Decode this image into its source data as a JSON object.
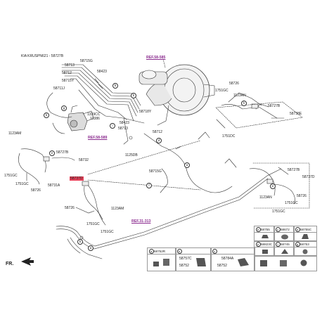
{
  "header": {
    "model_code": "KIA KRUSPN621 - 58727B"
  },
  "refs": {
    "ref_58_585": "REF.58-585",
    "ref_58_589": "REF.58-589",
    "ref_31_313": "REF.31-313"
  },
  "labels": {
    "p58713": "58713",
    "p58715G_top": "58715G",
    "p58712_a": "58712",
    "p58423_a": "58423",
    "p58715Y": "58715Y",
    "p58711J": "58711J",
    "p1339CC": "1339CC",
    "p13386": "13386",
    "p58718Y": "58718Y",
    "p58423_b": "58423",
    "p58713_b": "58713",
    "p58712_b": "58712",
    "p1125DB": "1125DB",
    "p1123AM_a": "1123AM",
    "p58727B_a": "58727B",
    "p58732": "58732",
    "p1751GC_a": "1751GC",
    "p1751GC_b": "1751GC",
    "p58726_a": "58726",
    "p58737D_hl": "58737D",
    "p58731A": "58731A",
    "p58726_b": "58726",
    "p1123AM_b": "1123AM",
    "p1751GC_c": "1751GC",
    "p1751GC_d": "1751GC",
    "p58715G_mid": "58715G",
    "p58726_c": "58726",
    "p1751GC_e": "1751GC",
    "p1123AN_a": "1123AN",
    "p58727B_b": "58727B",
    "p58738E": "58738E",
    "p1751DC": "1751DC",
    "p58727B_c": "58727B",
    "p58737D": "58737D",
    "p1123AN_b": "1123AN",
    "p58726_d": "58726",
    "p1751GC_f": "1751GC",
    "p1751GC_g": "1751GC",
    "fr_mark": "FR."
  },
  "callouts": {
    "a": "a",
    "b": "b",
    "c": "c",
    "d": "d",
    "e": "e",
    "f": "f",
    "g": "g",
    "h": "h",
    "i": "i"
  },
  "table": {
    "r1": [
      {
        "key": "b",
        "code": "58755"
      },
      {
        "key": "c",
        "code": "58672"
      },
      {
        "key": "d",
        "code": "58755C"
      }
    ],
    "r2": [
      {
        "key": "e",
        "code": "58823C"
      },
      {
        "key": "f",
        "code": "58745"
      },
      {
        "key": "g",
        "code": "58753"
      }
    ],
    "r3": [
      {
        "key": "a",
        "code": "58752R"
      },
      {
        "key": "b",
        "code": "58757C",
        "code2": "58752"
      },
      {
        "key": "c",
        "code": "58784A",
        "code2": "58752"
      }
    ]
  }
}
